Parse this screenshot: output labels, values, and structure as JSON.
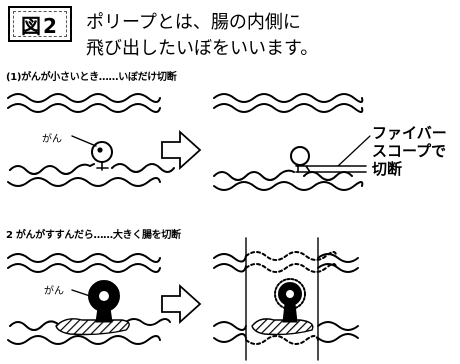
{
  "figure": {
    "badge": "図2",
    "intro_line1": "ポリープとは、腸の内側に",
    "intro_line2": "飛び出したいぼをいいます。"
  },
  "stage1": {
    "caption": "(1)がんが小さいとき……いぼだけ切断",
    "cancer_label": "がん",
    "scope_line1": "ファイバー",
    "scope_line2": "スコープで切断"
  },
  "stage2": {
    "caption": "2 がんがすすんだら……大きく腸を切断",
    "cancer_label": "がん"
  },
  "colors": {
    "ink": "#000000",
    "paper": "#ffffff"
  },
  "icons": [
    "right-arrow-icon",
    "right-arrow-icon"
  ]
}
